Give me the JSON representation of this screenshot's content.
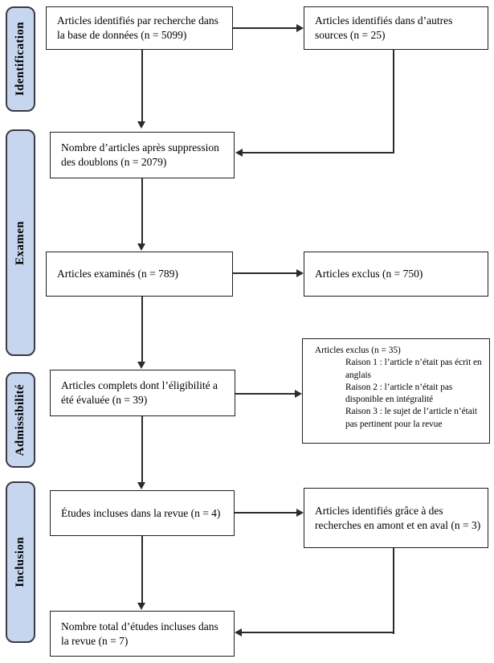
{
  "stages": {
    "identification": "Identification",
    "examen": "Examen",
    "admissibilite": "Admissibilité",
    "inclusion": "Inclusion"
  },
  "boxes": {
    "database_search": "Articles identifiés par recherche dans la base de données (n = 5099)",
    "other_sources": "Articles identifiés dans d’autres sources (n = 25)",
    "after_duplicates": "Nombre d’articles après suppression des doublons (n = 2079)",
    "screened": "Articles examinés (n = 789)",
    "excluded_screening": "Articles exclus (n = 750)",
    "full_text_assessed": "Articles complets dont l’éligibilité a été évaluée (n = 39)",
    "excluded_full_text": {
      "title": "Articles exclus (n = 35)",
      "reasons": [
        "Raison 1 : l’article n’était pas écrit en anglais",
        "Raison 2 : l’article n’était pas disponible en intégralité",
        "Raison 3 : le sujet de l’article n’était pas pertinent pour la revue"
      ]
    },
    "included_studies": "Études incluses dans la revue (n = 4)",
    "snowball_search": "Articles identifiés grâce à des recherches en amont et en aval (n = 3)",
    "total_included": "Nombre total d’études incluses dans la revue (n = 7)"
  },
  "colors": {
    "stage_fill": "#c6d6ee",
    "stage_border": "#3a3a46",
    "box_border": "#1f1f1f",
    "arrow": "#2b2b2b",
    "background": "#ffffff"
  }
}
